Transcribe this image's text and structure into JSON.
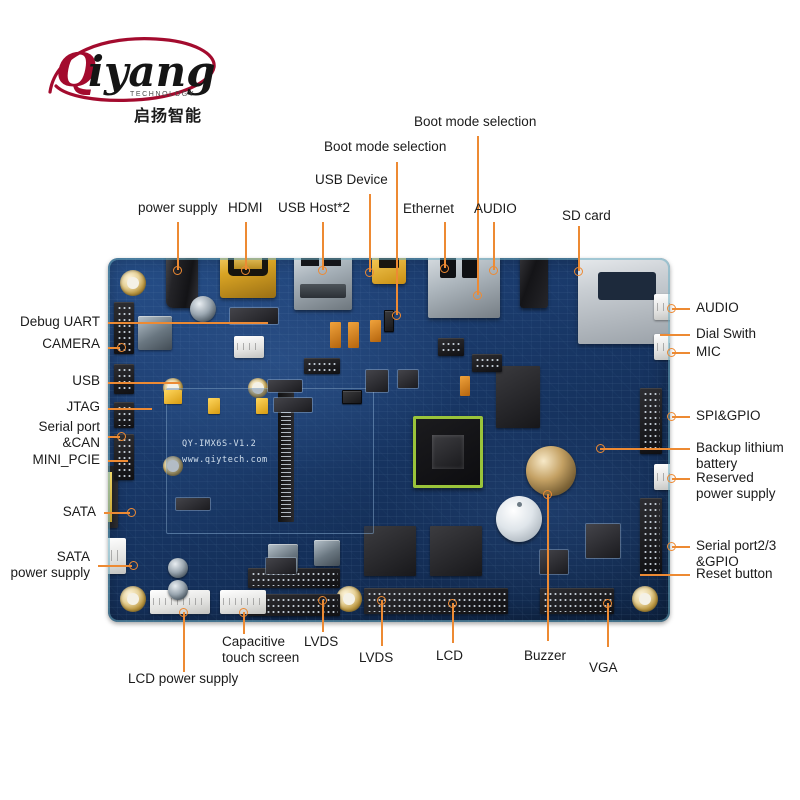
{
  "brand": {
    "name": "Qiyang",
    "tagline": "TECHNOLOGY",
    "chinese": "启扬智能",
    "accent_color": "#a30b2e"
  },
  "board": {
    "silkscreen_model": "QY-IMX6S-V1.2",
    "silkscreen_url": "www.qiytech.com",
    "pcb_color": "#173563",
    "callout_color": "#ed8a33"
  },
  "callouts": {
    "top": [
      {
        "id": "power-supply",
        "label": "power supply"
      },
      {
        "id": "hdmi",
        "label": "HDMI"
      },
      {
        "id": "usb-host",
        "label": "USB Host*2"
      },
      {
        "id": "usb-device",
        "label": "USB Device"
      },
      {
        "id": "boot-mode-1",
        "label": "Boot mode selection"
      },
      {
        "id": "ethernet",
        "label": "Ethernet"
      },
      {
        "id": "boot-mode-2",
        "label": "Boot mode selection"
      },
      {
        "id": "audio-top",
        "label": "AUDIO"
      },
      {
        "id": "sd-card",
        "label": "SD card"
      }
    ],
    "left": [
      {
        "id": "debug-uart",
        "label": "Debug UART"
      },
      {
        "id": "camera",
        "label": "CAMERA"
      },
      {
        "id": "usb",
        "label": "USB"
      },
      {
        "id": "jtag",
        "label": "JTAG"
      },
      {
        "id": "serial-port-can",
        "label": "Serial port\n&CAN"
      },
      {
        "id": "mini-pcie",
        "label": "MINI_PCIE"
      },
      {
        "id": "sata",
        "label": "SATA"
      },
      {
        "id": "sata-power-supply",
        "label": "SATA\npower supply"
      }
    ],
    "right": [
      {
        "id": "audio-right",
        "label": "AUDIO"
      },
      {
        "id": "dial-switch",
        "label": "Dial Swith"
      },
      {
        "id": "mic",
        "label": "MIC"
      },
      {
        "id": "spi-gpio",
        "label": "SPI&GPIO"
      },
      {
        "id": "backup-lithium-battery",
        "label": "Backup lithium\nbattery"
      },
      {
        "id": "reserved-power-supply",
        "label": "Reserved\npower supply"
      },
      {
        "id": "serial-port-23-gpio",
        "label": "Serial port2/3\n&GPIO"
      },
      {
        "id": "reset-button",
        "label": "Reset button"
      }
    ],
    "bottom": [
      {
        "id": "lcd-power-supply",
        "label": "LCD power supply"
      },
      {
        "id": "capacitive-touch-screen",
        "label": "Capacitive\ntouch screen"
      },
      {
        "id": "lvds-1",
        "label": "LVDS"
      },
      {
        "id": "lvds-2",
        "label": "LVDS"
      },
      {
        "id": "lcd",
        "label": "LCD"
      },
      {
        "id": "buzzer",
        "label": "Buzzer"
      },
      {
        "id": "vga",
        "label": "VGA"
      }
    ]
  }
}
